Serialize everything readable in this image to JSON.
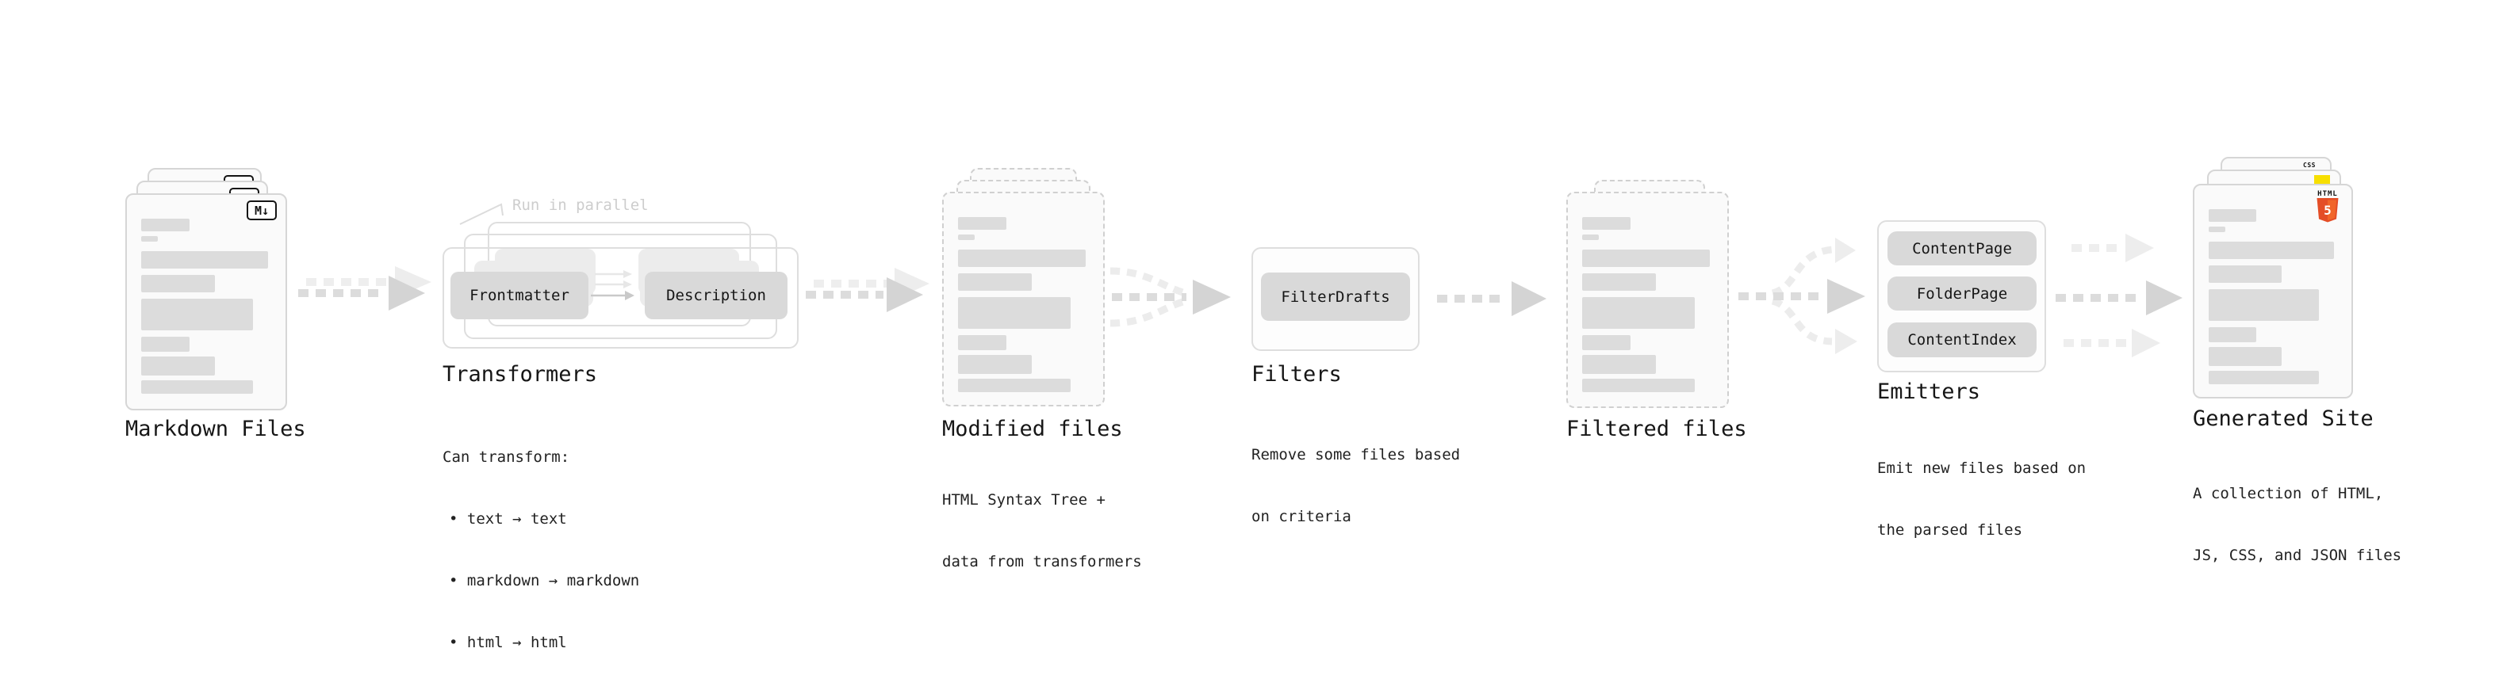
{
  "stages": {
    "markdown": {
      "title": "Markdown Files",
      "badge": "M↓"
    },
    "transformers": {
      "title": "Transformers",
      "note": "Run in parallel",
      "btn_frontmatter": "Frontmatter",
      "btn_description": "Description",
      "desc_line1": "Can transform:",
      "bullet1": "• text → text",
      "bullet2": "• markdown → markdown",
      "bullet3": "• html → html"
    },
    "modified": {
      "title": "Modified files",
      "desc1": "HTML Syntax Tree +",
      "desc2": "data from transformers"
    },
    "filters": {
      "title": "Filters",
      "btn_filterdrafts": "FilterDrafts",
      "desc1": "Remove some files based",
      "desc2": "on criteria"
    },
    "filtered": {
      "title": "Filtered files"
    },
    "emitters": {
      "title": "Emitters",
      "btn_contentpage": "ContentPage",
      "btn_folderpage": "FolderPage",
      "btn_contentindex": "ContentIndex",
      "desc1": "Emit new files based on",
      "desc2": "the parsed files"
    },
    "generated": {
      "title": "Generated Site",
      "desc1": "A collection of HTML,",
      "desc2": "JS, CSS, and JSON files",
      "html5_label": "HTML",
      "html5_number": "5",
      "css_label": "CSS"
    }
  },
  "colors": {
    "html5_orange_dark": "#e44d26",
    "html5_orange_light": "#f16529",
    "js_yellow": "#f7df00",
    "css_blue": "#2965f1",
    "card_border": "#d6d6d6",
    "bar_gray": "#dcdcdc",
    "chip_gray": "#d9d9d9",
    "arrow_gray": "#d4d4d4",
    "note_gray": "#cdcdcd"
  }
}
